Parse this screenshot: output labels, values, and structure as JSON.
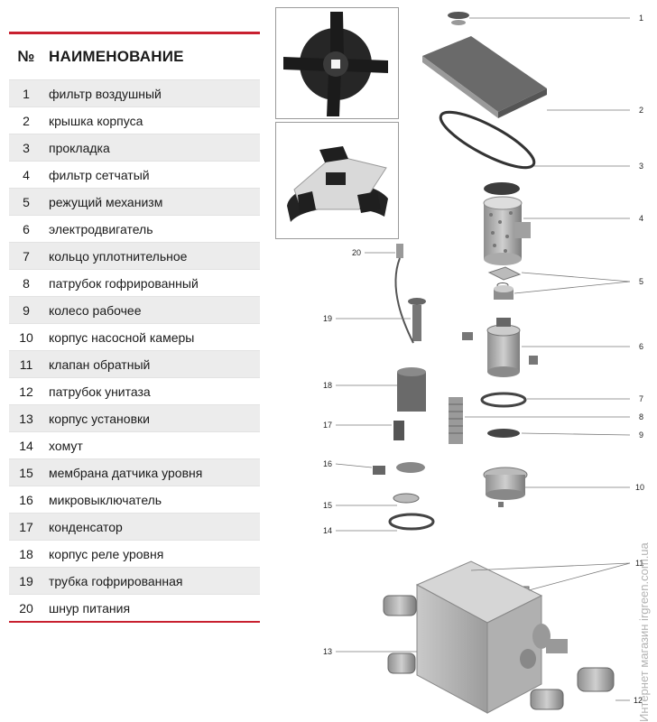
{
  "table": {
    "header_num": "№",
    "header_name": "НАИМЕНОВАНИЕ",
    "rows": [
      {
        "num": "1",
        "name": "фильтр воздушный"
      },
      {
        "num": "2",
        "name": "крышка корпуса"
      },
      {
        "num": "3",
        "name": "прокладка"
      },
      {
        "num": "4",
        "name": "фильтр сетчатый"
      },
      {
        "num": "5",
        "name": "режущий механизм"
      },
      {
        "num": "6",
        "name": "электродвигатель"
      },
      {
        "num": "7",
        "name": "кольцо уплотнительное"
      },
      {
        "num": "8",
        "name": "патрубок гофрированный"
      },
      {
        "num": "9",
        "name": "колесо рабочее"
      },
      {
        "num": "10",
        "name": "корпус насосной камеры"
      },
      {
        "num": "11",
        "name": "клапан обратный"
      },
      {
        "num": "12",
        "name": "патрубок унитаза"
      },
      {
        "num": "13",
        "name": "корпус установки"
      },
      {
        "num": "14",
        "name": "хомут"
      },
      {
        "num": "15",
        "name": "мембрана датчика уровня"
      },
      {
        "num": "16",
        "name": "микровыключатель"
      },
      {
        "num": "17",
        "name": "конденсатор"
      },
      {
        "num": "18",
        "name": "корпус реле уровня"
      },
      {
        "num": "19",
        "name": "трубка гофрированная"
      },
      {
        "num": "20",
        "name": "шнур питания"
      }
    ]
  },
  "callouts": {
    "c1": "1",
    "c2": "2",
    "c3": "3",
    "c4": "4",
    "c5": "5",
    "c6": "6",
    "c7": "7",
    "c8": "8",
    "c9": "9",
    "c10": "10",
    "c11": "11",
    "c12": "12",
    "c13": "13",
    "c14": "14",
    "c15": "15",
    "c16": "16",
    "c17": "17",
    "c18": "18",
    "c19": "19",
    "c20": "20"
  },
  "watermark": "Интернет магазин irgreen.com.ua",
  "colors": {
    "accent": "#c8202f",
    "row_shade": "#ececec",
    "row_plain": "#ffffff"
  }
}
